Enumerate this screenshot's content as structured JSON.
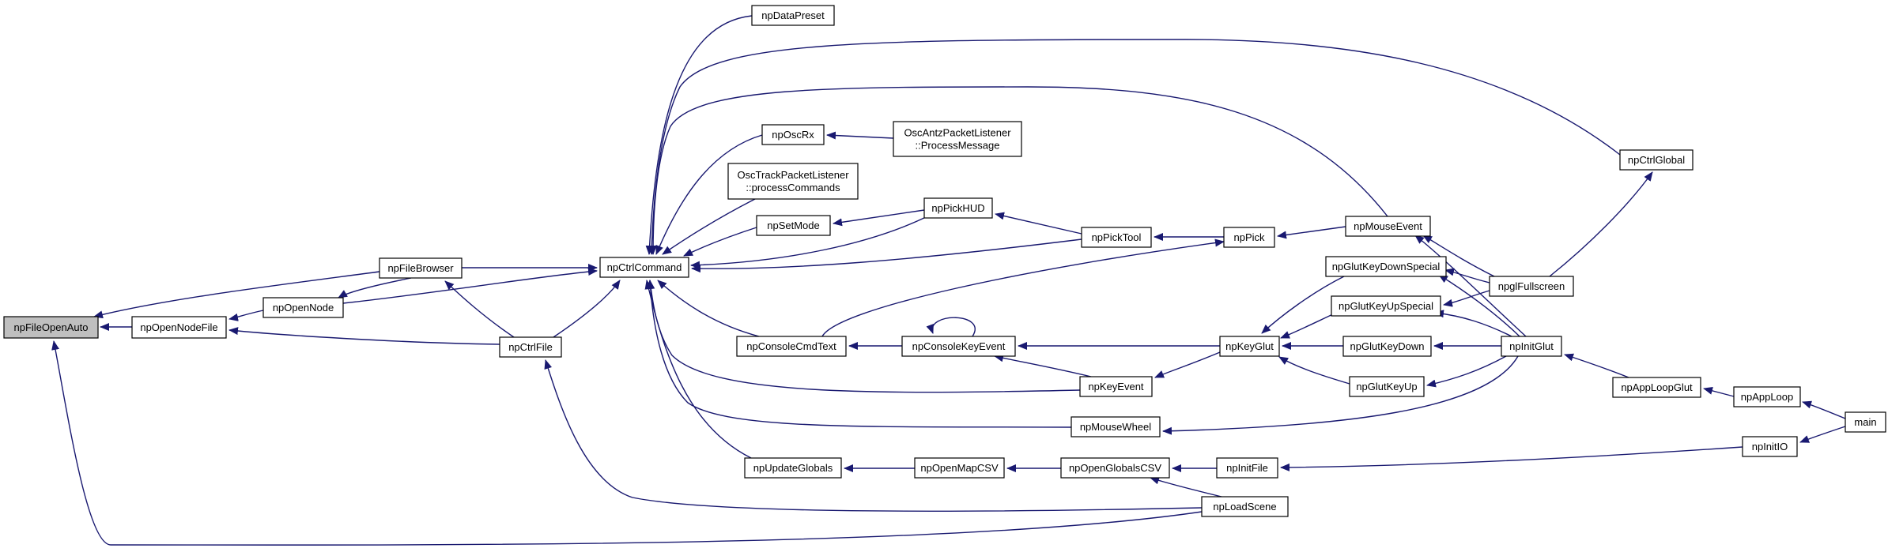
{
  "colors": {
    "edge": "#191970",
    "node_border": "#000000",
    "root_fill": "#bfbfbf",
    "node_fill": "#ffffff"
  },
  "nodes": [
    {
      "id": "npFileOpenAuto",
      "lines": [
        "npFileOpenAuto"
      ],
      "root": true
    },
    {
      "id": "npOpenNodeFile",
      "lines": [
        "npOpenNodeFile"
      ]
    },
    {
      "id": "npFileBrowser",
      "lines": [
        "npFileBrowser"
      ]
    },
    {
      "id": "npOpenNode",
      "lines": [
        "npOpenNode"
      ]
    },
    {
      "id": "npCtrlFile",
      "lines": [
        "npCtrlFile"
      ]
    },
    {
      "id": "npCtrlCommand",
      "lines": [
        "npCtrlCommand"
      ]
    },
    {
      "id": "npDataPreset",
      "lines": [
        "npDataPreset"
      ]
    },
    {
      "id": "npOscRx",
      "lines": [
        "npOscRx"
      ]
    },
    {
      "id": "OscAntzPacketListener",
      "lines": [
        "OscAntzPacketListener",
        "::ProcessMessage"
      ]
    },
    {
      "id": "OscTrackPacketListener",
      "lines": [
        "OscTrackPacketListener",
        "::processCommands"
      ]
    },
    {
      "id": "npSetMode",
      "lines": [
        "npSetMode"
      ]
    },
    {
      "id": "npPickHUD",
      "lines": [
        "npPickHUD"
      ]
    },
    {
      "id": "npPickTool",
      "lines": [
        "npPickTool"
      ]
    },
    {
      "id": "npPick",
      "lines": [
        "npPick"
      ]
    },
    {
      "id": "npMouseEvent",
      "lines": [
        "npMouseEvent"
      ]
    },
    {
      "id": "npCtrlGlobal",
      "lines": [
        "npCtrlGlobal"
      ]
    },
    {
      "id": "npglFullscreen",
      "lines": [
        "npglFullscreen"
      ]
    },
    {
      "id": "npGlutKeyDownSpecial",
      "lines": [
        "npGlutKeyDownSpecial"
      ]
    },
    {
      "id": "npGlutKeyUpSpecial",
      "lines": [
        "npGlutKeyUpSpecial"
      ]
    },
    {
      "id": "npGlutKeyDown",
      "lines": [
        "npGlutKeyDown"
      ]
    },
    {
      "id": "npGlutKeyUp",
      "lines": [
        "npGlutKeyUp"
      ]
    },
    {
      "id": "npKeyGlut",
      "lines": [
        "npKeyGlut"
      ]
    },
    {
      "id": "npInitGlut",
      "lines": [
        "npInitGlut"
      ]
    },
    {
      "id": "npConsoleCmdText",
      "lines": [
        "npConsoleCmdText"
      ]
    },
    {
      "id": "npConsoleKeyEvent",
      "lines": [
        "npConsoleKeyEvent"
      ]
    },
    {
      "id": "npKeyEvent",
      "lines": [
        "npKeyEvent"
      ]
    },
    {
      "id": "npMouseWheel",
      "lines": [
        "npMouseWheel"
      ]
    },
    {
      "id": "npUpdateGlobals",
      "lines": [
        "npUpdateGlobals"
      ]
    },
    {
      "id": "npOpenMapCSV",
      "lines": [
        "npOpenMapCSV"
      ]
    },
    {
      "id": "npOpenGlobalsCSV",
      "lines": [
        "npOpenGlobalsCSV"
      ]
    },
    {
      "id": "npInitFile",
      "lines": [
        "npInitFile"
      ]
    },
    {
      "id": "npLoadScene",
      "lines": [
        "npLoadScene"
      ]
    },
    {
      "id": "npAppLoopGlut",
      "lines": [
        "npAppLoopGlut"
      ]
    },
    {
      "id": "npAppLoop",
      "lines": [
        "npAppLoop"
      ]
    },
    {
      "id": "main",
      "lines": [
        "main"
      ]
    },
    {
      "id": "npInitIO",
      "lines": [
        "npInitIO"
      ]
    }
  ],
  "edges": [
    {
      "from": "npOpenNodeFile",
      "to": "npFileOpenAuto"
    },
    {
      "from": "npFileBrowser",
      "to": "npFileOpenAuto"
    },
    {
      "from": "npLoadScene",
      "to": "npFileOpenAuto"
    },
    {
      "from": "npOpenNode",
      "to": "npOpenNodeFile"
    },
    {
      "from": "npCtrlFile",
      "to": "npOpenNodeFile"
    },
    {
      "from": "npFileBrowser",
      "to": "npOpenNode"
    },
    {
      "from": "npCtrlFile",
      "to": "npFileBrowser"
    },
    {
      "from": "npFileBrowser",
      "to": "npCtrlCommand"
    },
    {
      "from": "npOpenNode",
      "to": "npCtrlCommand"
    },
    {
      "from": "npCtrlFile",
      "to": "npCtrlCommand"
    },
    {
      "from": "npLoadScene",
      "to": "npCtrlFile"
    },
    {
      "from": "npDataPreset",
      "to": "npCtrlCommand"
    },
    {
      "from": "npCtrlGlobal",
      "to": "npCtrlCommand"
    },
    {
      "from": "npMouseEvent",
      "to": "npCtrlCommand"
    },
    {
      "from": "npOscRx",
      "to": "npCtrlCommand"
    },
    {
      "from": "OscTrackPacketListener",
      "to": "npCtrlCommand"
    },
    {
      "from": "npSetMode",
      "to": "npCtrlCommand"
    },
    {
      "from": "npPickHUD",
      "to": "npCtrlCommand"
    },
    {
      "from": "npPickTool",
      "to": "npCtrlCommand"
    },
    {
      "from": "npConsoleCmdText",
      "to": "npCtrlCommand"
    },
    {
      "from": "npKeyEvent",
      "to": "npCtrlCommand"
    },
    {
      "from": "npMouseWheel",
      "to": "npCtrlCommand"
    },
    {
      "from": "npUpdateGlobals",
      "to": "npCtrlCommand"
    },
    {
      "from": "OscAntzPacketListener",
      "to": "npOscRx"
    },
    {
      "from": "npPickHUD",
      "to": "npSetMode"
    },
    {
      "from": "npPickTool",
      "to": "npPickHUD"
    },
    {
      "from": "npPick",
      "to": "npPickTool"
    },
    {
      "from": "npMouseEvent",
      "to": "npPick"
    },
    {
      "from": "npKeyGlut",
      "to": "npPick"
    },
    {
      "from": "npglFullscreen",
      "to": "npMouseEvent"
    },
    {
      "from": "npInitGlut",
      "to": "npMouseEvent"
    },
    {
      "from": "npglFullscreen",
      "to": "npCtrlGlobal"
    },
    {
      "from": "npglFullscreen",
      "to": "npGlutKeyDownSpecial"
    },
    {
      "from": "npInitGlut",
      "to": "npGlutKeyDownSpecial"
    },
    {
      "from": "npglFullscreen",
      "to": "npGlutKeyUpSpecial"
    },
    {
      "from": "npInitGlut",
      "to": "npGlutKeyUpSpecial"
    },
    {
      "from": "npInitGlut",
      "to": "npGlutKeyDown"
    },
    {
      "from": "npInitGlut",
      "to": "npGlutKeyUp"
    },
    {
      "from": "npGlutKeyDownSpecial",
      "to": "npKeyGlut"
    },
    {
      "from": "npGlutKeyUpSpecial",
      "to": "npKeyGlut"
    },
    {
      "from": "npGlutKeyDown",
      "to": "npKeyGlut"
    },
    {
      "from": "npGlutKeyUp",
      "to": "npKeyGlut"
    },
    {
      "from": "npKeyGlut",
      "to": "npConsoleKeyEvent"
    },
    {
      "from": "npKeyEvent",
      "to": "npConsoleKeyEvent"
    },
    {
      "from": "npConsoleKeyEvent",
      "to": "npConsoleKeyEvent"
    },
    {
      "from": "npConsoleKeyEvent",
      "to": "npConsoleCmdText"
    },
    {
      "from": "npKeyGlut",
      "to": "npKeyEvent"
    },
    {
      "from": "npInitGlut",
      "to": "npMouseWheel"
    },
    {
      "from": "npOpenMapCSV",
      "to": "npUpdateGlobals"
    },
    {
      "from": "npOpenGlobalsCSV",
      "to": "npOpenMapCSV"
    },
    {
      "from": "npInitFile",
      "to": "npOpenGlobalsCSV"
    },
    {
      "from": "npLoadScene",
      "to": "npOpenGlobalsCSV"
    },
    {
      "from": "npInitIO",
      "to": "npInitFile"
    },
    {
      "from": "npAppLoopGlut",
      "to": "npInitGlut"
    },
    {
      "from": "npAppLoop",
      "to": "npAppLoopGlut"
    },
    {
      "from": "main",
      "to": "npAppLoop"
    },
    {
      "from": "main",
      "to": "npInitIO"
    }
  ]
}
